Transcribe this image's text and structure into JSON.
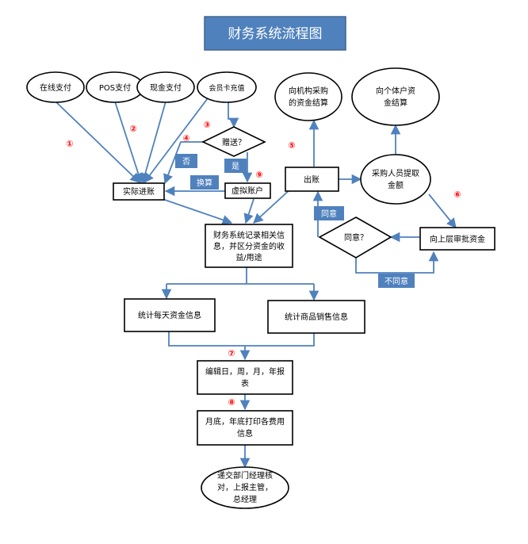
{
  "title": "财务系统流程图",
  "nodes": {
    "online_pay": "在线支付",
    "pos_pay": "POS支付",
    "cash_pay": "现金支付",
    "member_card": "会员卡充值",
    "gift_question": "赠送？",
    "actual_income": "实际进账",
    "virtual_account": "虚拟账户",
    "record_line1": "财务系统记录相关信",
    "record_line2": "息，并区分资金的收",
    "record_line3": "益/用途",
    "daily_stats": "统计每天资金信息",
    "product_sales": "统计商品销售信息",
    "report_line1": "编辑日，周，月，年报",
    "report_line2": "表",
    "print_line1": "月底，年底打印各费用",
    "print_line2": "信息",
    "submit_line1": "递交部门经理核",
    "submit_line2": "对，上报主管，",
    "submit_line3": "总经理",
    "payout": "出账",
    "org_settle_line1": "向机构采购",
    "org_settle_line2": "的资金结算",
    "indiv_settle_line1": "向个体户资",
    "indiv_settle_line2": "金结算",
    "buyer_line1": "采购人员提取",
    "buyer_line2": "金额",
    "approve": "向上层审批资金",
    "agree_question": "同意？"
  },
  "edge_labels": {
    "no": "否",
    "yes": "是",
    "convert": "换算",
    "agree": "同意",
    "disagree": "不同意"
  },
  "step_numbers": [
    "①",
    "②",
    "③",
    "④",
    "⑤",
    "⑥",
    "⑦",
    "⑧",
    "⑨"
  ],
  "colors": {
    "title_fill": "#4f81bd",
    "connector": "#4f81bd",
    "tag_fill": "#4f81bd",
    "step_number": "#ff0000"
  }
}
